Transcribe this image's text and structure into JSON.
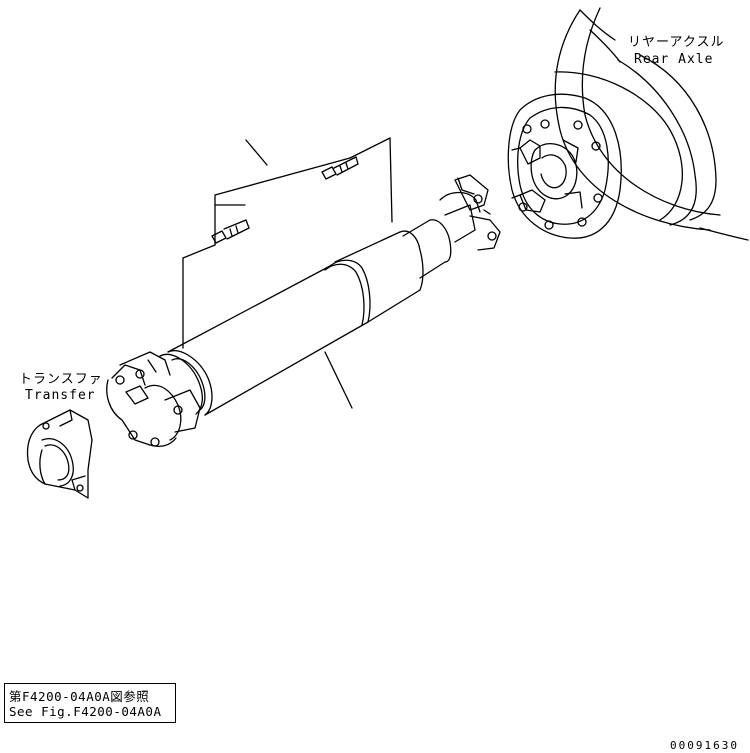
{
  "labels": {
    "rear_axle_jp": "リヤーアクスル",
    "rear_axle_en": "Rear Axle",
    "transfer_jp": "トランスファ",
    "transfer_en": "Transfer"
  },
  "reference": {
    "line_jp": "第F4200-04A0A図参照",
    "line_en": "See Fig.F4200-04A0A"
  },
  "drawing_id": "00091630"
}
